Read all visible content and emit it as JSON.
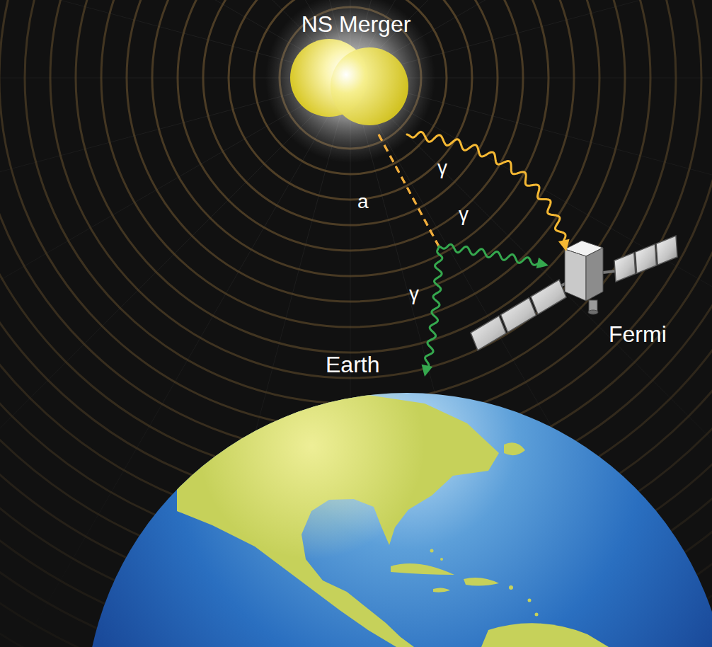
{
  "diagram": {
    "nodes": [
      {
        "text": [
          "NS Merger"
        ]
      },
      {
        "text": [
          "Fermi"
        ]
      },
      {
        "text": [
          "Earth"
        ]
      }
    ],
    "edges": [
      {
        "from": 0,
        "to": 1,
        "label": "γ",
        "arrow": "to"
      },
      {
        "from": 0,
        "to": 1,
        "label": "γ",
        "arrow": "to"
      },
      {
        "from": 0,
        "to": 2,
        "label": "γ",
        "arrow": "to"
      }
    ],
    "labels": [
      "a"
    ]
  }
}
